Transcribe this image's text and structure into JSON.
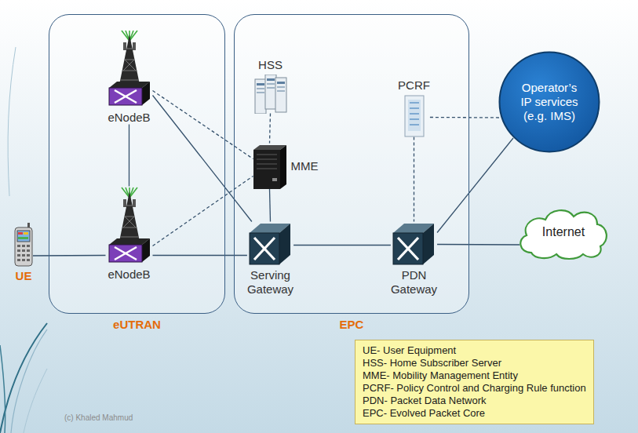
{
  "diagram": {
    "nodes": [
      {
        "text": [
          "eUTRAN"
        ]
      },
      {
        "text": [
          "eNodeB"
        ],
        "in": 0
      },
      {
        "text": [
          "eNodeB"
        ],
        "in": 0
      },
      {
        "text": [
          "EPC"
        ]
      },
      {
        "text": [
          "HSS"
        ],
        "in": 3
      },
      {
        "text": [
          "PCRF"
        ],
        "in": 3
      },
      {
        "text": [
          "MME"
        ],
        "in": 3
      },
      {
        "text": [
          "Serving Gateway"
        ],
        "in": 3
      },
      {
        "text": [
          "PDN Gateway"
        ],
        "in": 3
      },
      {
        "text": [
          "Operator’s IP services (e.g. IMS)"
        ]
      },
      {
        "text": [
          "Internet"
        ]
      },
      {
        "text": [
          "UE"
        ]
      },
      {
        "text": [
          "UE- User Equipment",
          "HSS- Home Subscriber Server",
          "MME- Mobility Management Entity",
          "PCRF- Policy Control and Charging Rule function",
          "PDN- Packet Data Network",
          "EPC- Evolved Packet Core"
        ]
      }
    ],
    "edges": [
      {
        "from": 1,
        "to": 2,
        "arrow": "none"
      },
      {
        "from": 1,
        "to": 6,
        "arrow": "none"
      },
      {
        "from": 1,
        "to": 7,
        "arrow": "none"
      },
      {
        "from": 2,
        "to": 6,
        "arrow": "none"
      },
      {
        "from": 2,
        "to": 7,
        "arrow": "none"
      },
      {
        "from": 11,
        "to": 2,
        "arrow": "none"
      },
      {
        "from": 4,
        "to": 6,
        "arrow": "none"
      },
      {
        "from": 6,
        "to": 7,
        "arrow": "none"
      },
      {
        "from": 7,
        "to": 8,
        "arrow": "none"
      },
      {
        "from": 5,
        "to": 8,
        "arrow": "none"
      },
      {
        "from": 5,
        "to": 9,
        "arrow": "none"
      },
      {
        "from": 8,
        "to": 9,
        "arrow": "none"
      },
      {
        "from": 8,
        "to": 10,
        "arrow": "none"
      }
    ],
    "labels": [
      "(c) Khaled Mahmud"
    ]
  }
}
